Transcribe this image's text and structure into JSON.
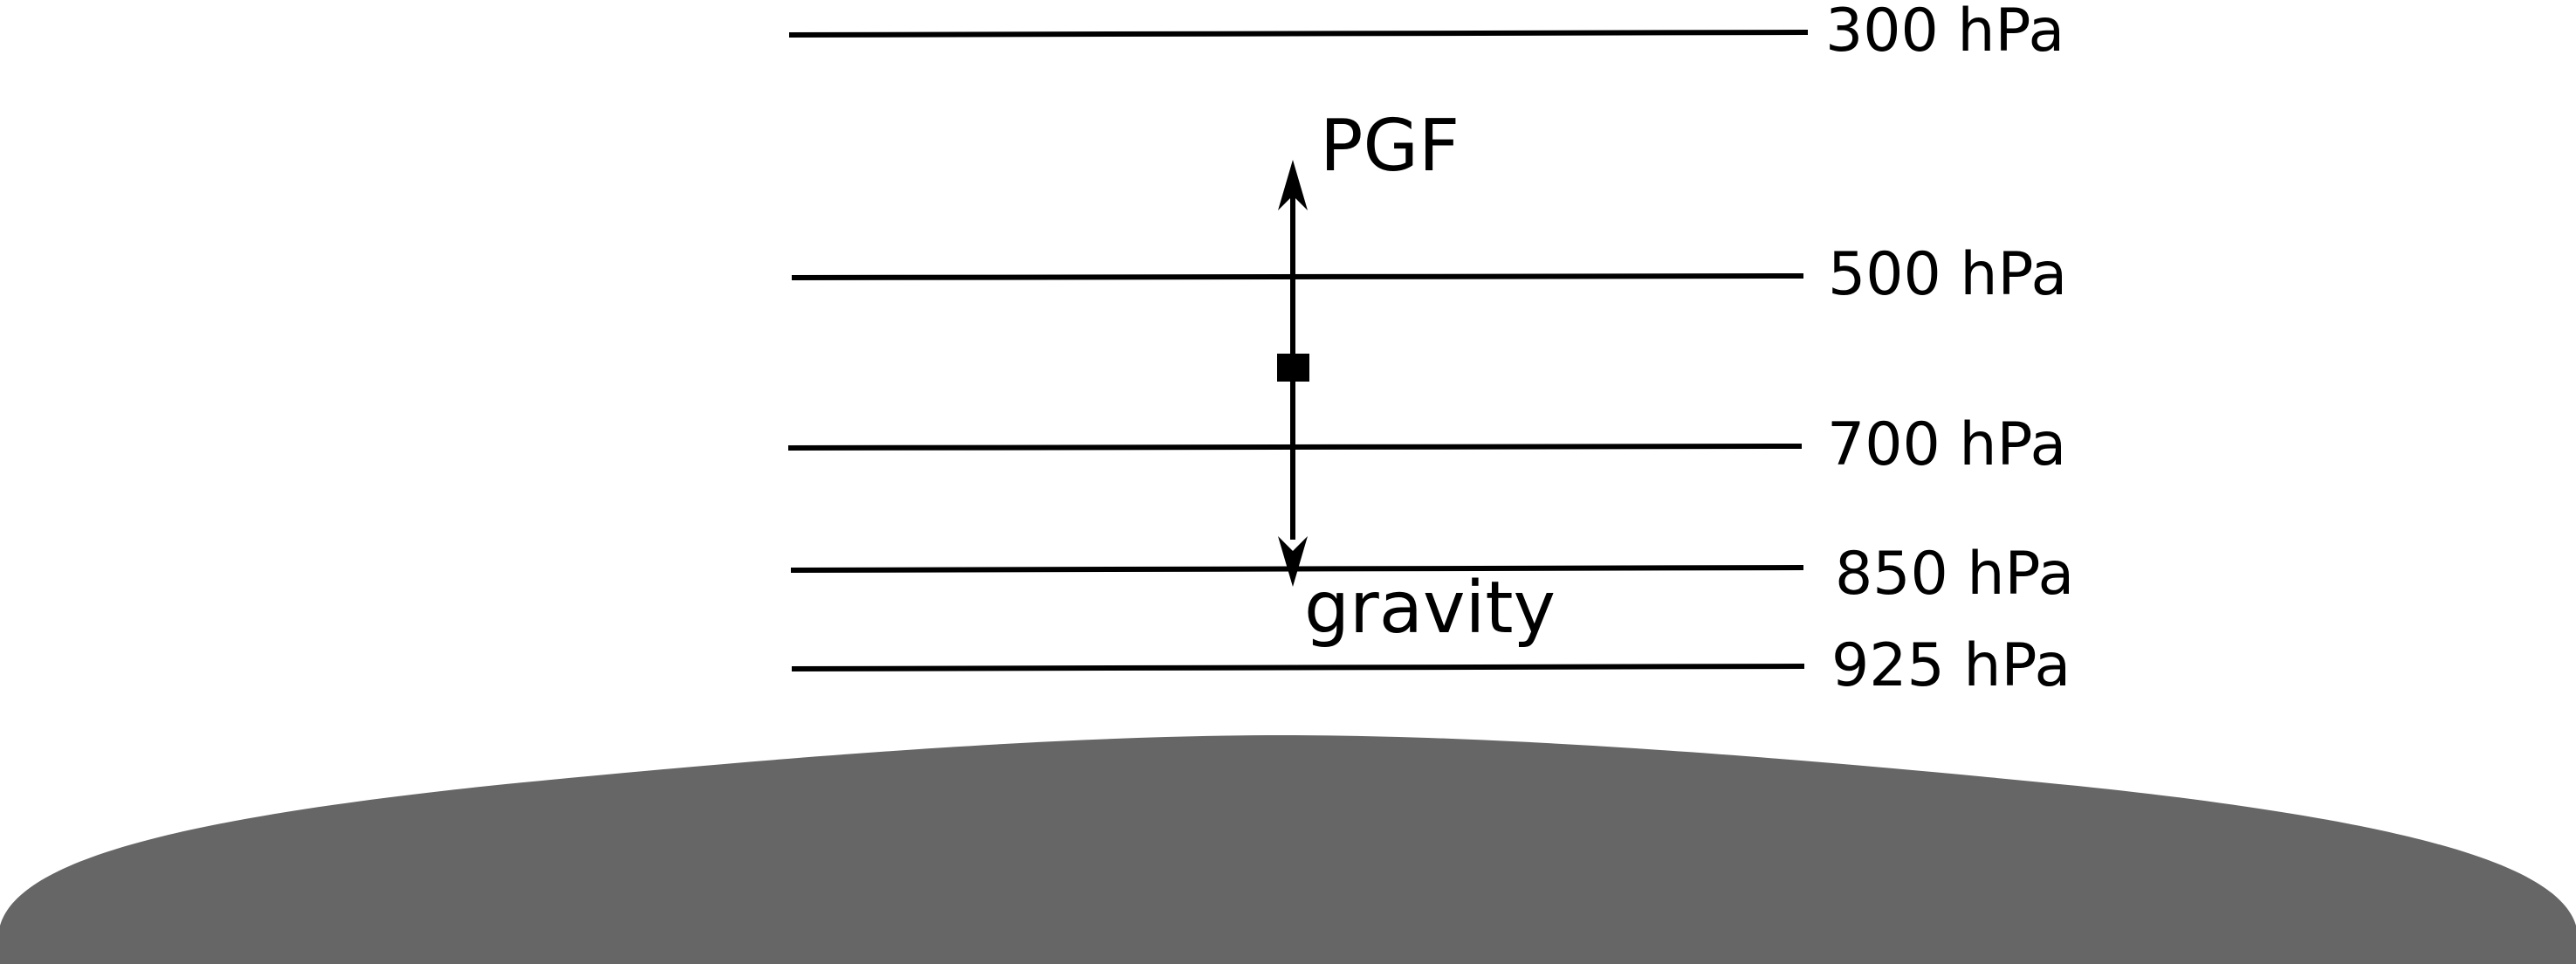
{
  "pressure_levels": [
    {
      "label": "300 hPa"
    },
    {
      "label": "500 hPa"
    },
    {
      "label": "700 hPa"
    },
    {
      "label": "850 hPa"
    },
    {
      "label": "925 hPa"
    }
  ],
  "forces": {
    "upward_label": "PGF",
    "downward_label": "gravity"
  },
  "colors": {
    "lines": "#000000",
    "ground": "#666666",
    "background": "#ffffff"
  }
}
